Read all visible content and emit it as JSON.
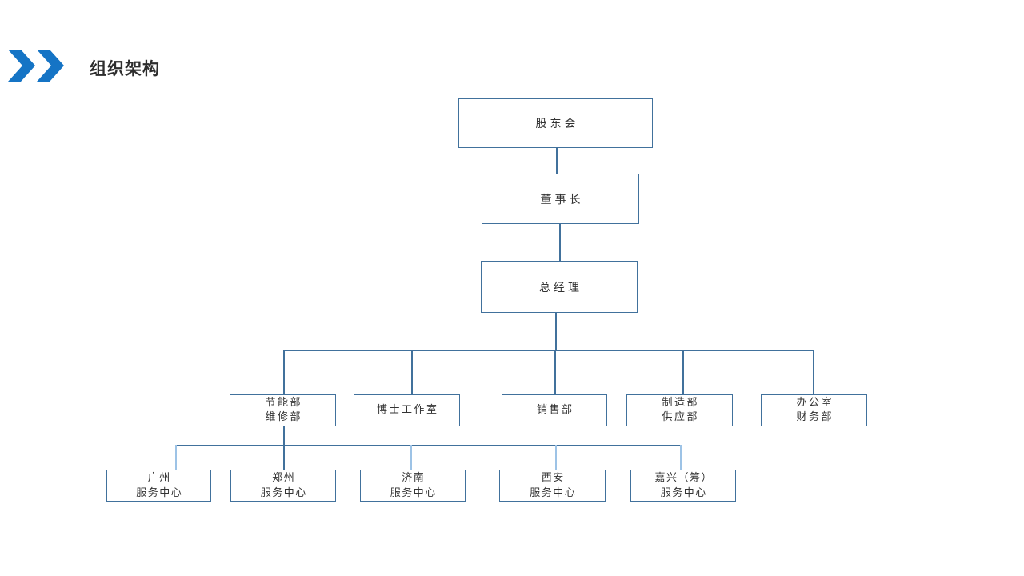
{
  "header": {
    "title": "组织架构",
    "chevron_icon_color": "#1574c5"
  },
  "colors": {
    "background": "#ffffff",
    "accent_blue": "#1574c5",
    "chart_line_blue": "#41719c",
    "chart_line_light_blue": "#9dc3e6",
    "box_text": "#333333",
    "title_text": "#2d2d2d"
  },
  "org_chart": {
    "nodes": {
      "shareholders": {
        "line1": "股东会"
      },
      "chairman": {
        "line1": "董事长"
      },
      "general_manager": {
        "line1": "总经理"
      },
      "dept_energy": {
        "line1": "节能部",
        "line2": "维修部"
      },
      "dept_doctor": {
        "line1": "博士工作室"
      },
      "dept_sales": {
        "line1": "销售部"
      },
      "dept_manufacture": {
        "line1": "制造部",
        "line2": "供应部"
      },
      "dept_office": {
        "line1": "办公室",
        "line2": "财务部"
      },
      "center_guangzhou": {
        "line1": "广州",
        "line2": "服务中心"
      },
      "center_zhengzhou": {
        "line1": "郑州",
        "line2": "服务中心"
      },
      "center_jinan": {
        "line1": "济南",
        "line2": "服务中心"
      },
      "center_xian": {
        "line1": "西安",
        "line2": "服务中心"
      },
      "center_jiaxing": {
        "line1": "嘉兴（筹）",
        "line2": "服务中心"
      }
    }
  }
}
